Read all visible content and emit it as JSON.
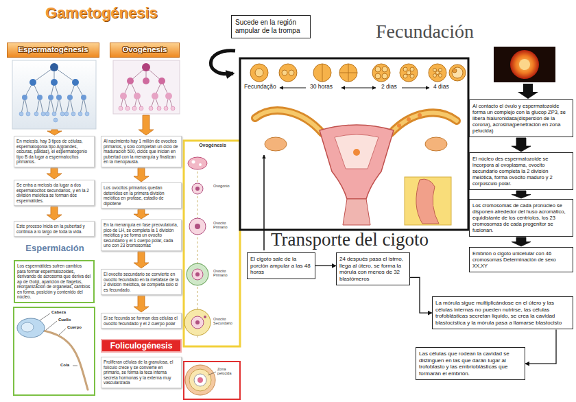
{
  "diagram": {
    "title": "Gametogénesis",
    "nodes": [
      {
        "text": [
          "Espermatogénesis"
        ]
      },
      {
        "text": [
          "Ovogénesis"
        ]
      },
      {
        "text": [
          "En meiosis, hay 3 tipos de células, espermatogonia tipo A(grandes, oscuras, pálidas), el espermatogonio tipo B da lugar a espermatocitos primarios."
        ]
      },
      {
        "text": [
          "Se entra a meiosis da lugar a dos espermatocitos secundarios, y en la 2 división meiótica se forman dos espermátides."
        ]
      },
      {
        "text": [
          "Este proceso inicia en la pubertad y continúa a lo largo de toda la vida."
        ]
      },
      {
        "text": [
          "Los espermátides sufren cambios para formar espermatozoides, derivando de acrosoma que deriva del ap de Golgi, aparición de flagelos, reorganización de organelas, cambios en forma, posición y contenido del núcleo."
        ]
      },
      {
        "text": [
          "Al nacimiento hay 1 millón de ovocitos primarios, y solo completan un ciclo de maduración 500, ciclos que inician en pubertad con la menarquía y finalizan en la menopausia."
        ]
      },
      {
        "text": [
          "Los ovocitos primarios quedan detenidos en la primera división meiótica en profase, estadio de diplotene"
        ]
      },
      {
        "text": [
          "En la menarquía en fase preovulatoria, pico de LH, se completa la 1 división meiótica y se forma un ovocito secundario y el 1 cuerpo polar, cada uno con 23 cromosomas"
        ]
      },
      {
        "text": [
          "El ovocito secundario se convierte en ovocito fecundado en la metafase de la 2 división meiótica, se completa solo si es fecundado."
        ]
      },
      {
        "text": [
          "Si se fecunda se forman dos células el ovocito fecundado y el 2 cuerpo polar"
        ]
      },
      {
        "text": [
          "Foliculogénesis"
        ]
      },
      {
        "text": [
          "Proliferan células de la granulosa, el folículo crece y se convierte en primario, se forma la teca interna secreta hormonas y la externa muy vascularizada"
        ]
      },
      {
        "text": [
          "Sucede en la región ampular de la trompa"
        ]
      },
      {
        "text": [
          "Al contacto el óvulo y espermatozoide forma un complejo con la glucop ZP3, se libera hialuronidasa(dispersión de la corona), acrosina(penetración en zona pelucida)"
        ]
      },
      {
        "text": [
          "El núcleo des espermatozoide se incorpora al ovoplasma, ovocito secundario completa la 2 división meiótica, forma ovocito maduro y 2 corpúsculo polar."
        ]
      },
      {
        "text": [
          "Los cromosomas de cada pronúcleo se disponen alrededor del huso acromático, equidistante de los centriolos, los 23 cromosomas de cada progenitor se fusionan."
        ]
      },
      {
        "text": [
          "Embrión o cigoto unicelular con 46 cromosomas Determinación de sexo XX,XY"
        ]
      },
      {
        "text": [
          "El cigoto sale de la porción ampular a las 48 horas"
        ]
      },
      {
        "text": [
          "24 después pasa el istmo, llega al útero, se forma la mórula con menos de 32 blastómeros"
        ]
      },
      {
        "text": [
          "La mórula sigue multiplicándose en el útero y las células internas no pueden nutrirse, las células trofoblásticas secretan liquido, se crea la cavidad blastocística y la mórula pasa a llamarse blastocisto"
        ]
      },
      {
        "text": [
          "Las células que rodean la cavidad se distinguen en las que darán lugar al trofoblasto y las embrioblásticas que formarán el embrión."
        ]
      }
    ],
    "edges": [
      {
        "from": 2,
        "to": 3,
        "arrow": "to"
      },
      {
        "from": 3,
        "to": 4,
        "arrow": "to"
      },
      {
        "from": 6,
        "to": 7,
        "arrow": "to"
      },
      {
        "from": 7,
        "to": 8,
        "arrow": "to"
      },
      {
        "from": 8,
        "to": 9,
        "arrow": "to"
      },
      {
        "from": 9,
        "to": 10,
        "arrow": "to"
      },
      {
        "from": 14,
        "to": 15,
        "arrow": "to"
      },
      {
        "from": 15,
        "to": 16,
        "arrow": "to"
      },
      {
        "from": 16,
        "to": 17,
        "arrow": "to"
      },
      {
        "from": 18,
        "to": 19,
        "arrow": "to"
      },
      {
        "from": 19,
        "to": 20,
        "arrow": "to"
      },
      {
        "from": 20,
        "to": 21,
        "arrow": "to"
      }
    ],
    "labels": [
      "Espermiación",
      "Cabeza",
      "Cuello",
      "Cuerpo",
      "Cola",
      "Ovogénesis",
      "Ovogonio",
      "Ovocito Primario",
      "Ovocito Primario",
      "Ovocito Secundario",
      "Zona pelúcida",
      "Fecundación",
      "Fecundação",
      "30 horas",
      "2 dias",
      "4 dias",
      "Transporte del cigoto"
    ]
  }
}
